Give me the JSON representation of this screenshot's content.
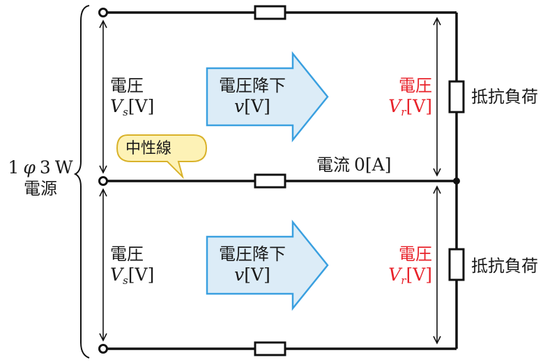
{
  "source": {
    "line1": "1",
    "line1_phi": "φ",
    "line1_rest": "3",
    "line1_w": "W",
    "line2": "電源"
  },
  "upper": {
    "vs_label": "電圧",
    "vs_sym": "V",
    "vs_sub": "s",
    "vs_unit": "[V]",
    "drop_label": "電圧降下",
    "drop_sym": "v",
    "drop_unit": "[V]",
    "vr_label": "電圧",
    "vr_sym": "V",
    "vr_sub": "r",
    "vr_unit": "[V]",
    "load_label": "抵抗負荷"
  },
  "lower": {
    "vs_label": "電圧",
    "vs_sym": "V",
    "vs_sub": "s",
    "vs_unit": "[V]",
    "drop_label": "電圧降下",
    "drop_sym": "v",
    "drop_unit": "[V]",
    "vr_label": "電圧",
    "vr_sym": "V",
    "vr_sub": "r",
    "vr_unit": "[V]",
    "load_label": "抵抗負荷"
  },
  "neutral_callout": "中性線",
  "neutral_current": {
    "label": "電流",
    "value": "0",
    "unit": "[A]"
  },
  "colors": {
    "wire": "#111111",
    "red_text": "#e8222a",
    "arrow_fill": "#dcecf7",
    "arrow_stroke": "#3aa0e0",
    "callout_fill": "#fdf2b6",
    "callout_stroke": "#d9b22a"
  }
}
